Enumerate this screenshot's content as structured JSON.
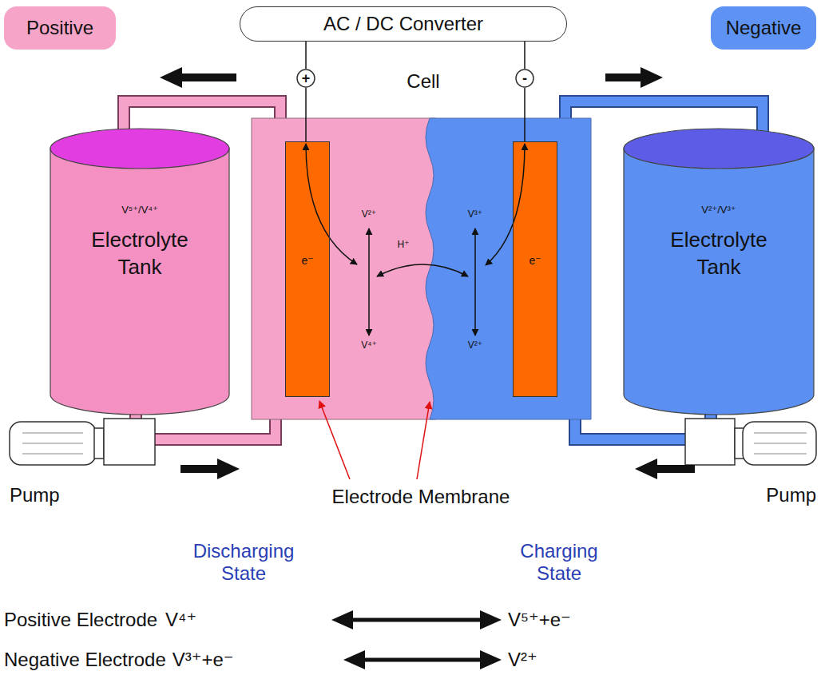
{
  "diagram": {
    "nodes": [
      {
        "text": [
          "Positive"
        ]
      },
      {
        "text": [
          "AC / DC Converter"
        ]
      },
      {
        "text": [
          "Negative"
        ]
      },
      {
        "text": [
          "+"
        ]
      },
      {
        "text": [
          "-"
        ]
      },
      {
        "text": [
          "V⁵⁺/V⁴⁺",
          "Electrolyte Tank"
        ]
      },
      {
        "text": [
          "e⁻"
        ]
      },
      {
        "text": [
          "e⁻"
        ]
      },
      {
        "text": [
          "V²⁺/V³⁺",
          "Electrolyte Tank"
        ]
      }
    ],
    "edges": [
      {
        "from": 1,
        "to": 3,
        "arrow": "none"
      },
      {
        "from": 3,
        "to": 6,
        "arrow": "none"
      },
      {
        "from": 1,
        "to": 4,
        "arrow": "none"
      },
      {
        "from": 4,
        "to": 7,
        "arrow": "none"
      }
    ],
    "labels": [
      "Cell",
      "V²⁺",
      "V⁴⁺",
      "H⁺",
      "V³⁺",
      "V²⁺",
      "Pump",
      "Electrode Membrane",
      "Pump",
      "Discharging State",
      "Charging State",
      "Positive Electrode",
      "V⁴⁺",
      "V⁵⁺+e⁻",
      "Negative Electrode",
      "V³⁺+e⁻",
      "V²⁺"
    ]
  }
}
